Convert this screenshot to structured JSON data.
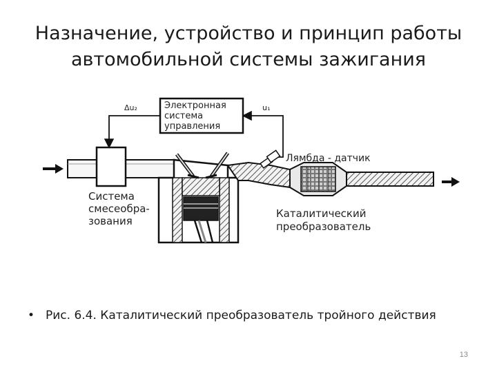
{
  "title": {
    "line1": "Назначение, устройство и принцип работы",
    "line2": "автомобильной системы зажигания"
  },
  "diagram": {
    "ecu_label": [
      "Электронная",
      "система",
      "управления"
    ],
    "signal_left": "Δu₂",
    "signal_right": "u₁",
    "lambda_label": "Лямбда - датчик",
    "mixer_label": [
      "Система",
      "смесеобра-",
      "зования"
    ],
    "catalyst_label": [
      "Каталитический",
      "преобразователь"
    ]
  },
  "caption": {
    "bullet": "•",
    "text": "Рис. 6.4. Каталитический преобразователь тройного действия"
  },
  "page_number": "13"
}
